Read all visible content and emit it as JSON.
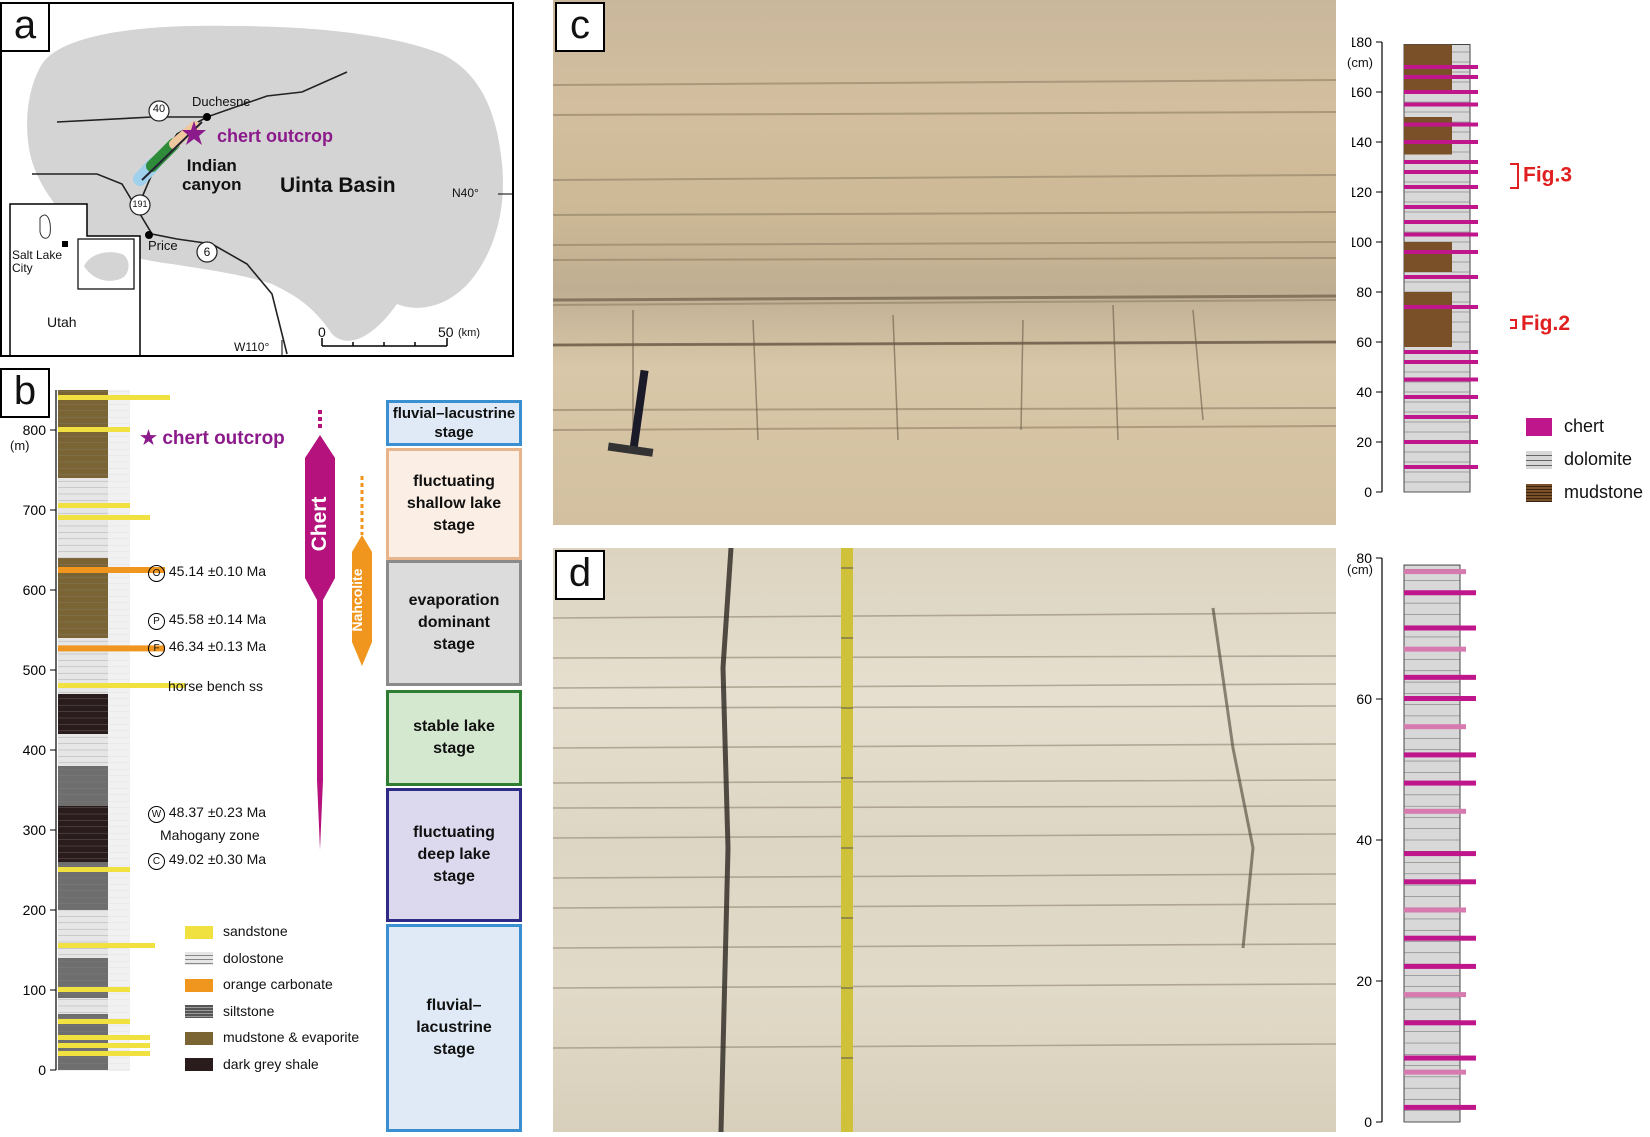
{
  "panels": {
    "a": "a",
    "b": "b",
    "c": "c",
    "d": "d"
  },
  "map": {
    "basin_name": "Uinta Basin",
    "chert_outcrop": "chert outcrop",
    "indian_canyon": "Indian\ncanyon",
    "duchesne": "Duchesne",
    "price": "Price",
    "salt_lake_city": "Salt Lake\nCity",
    "utah": "Utah",
    "lat": "N40°",
    "lon": "W110°",
    "scale_start": "0",
    "scale_end": "50",
    "scale_unit": "(km)",
    "hwy_40": "40",
    "hwy_191": "191",
    "hwy_6": "6",
    "colors": {
      "basin": "#d4d4d4",
      "chert": "#8b1a8b"
    }
  },
  "column_b": {
    "unit": "(m)",
    "ticks": [
      800,
      700,
      600,
      500,
      400,
      300,
      200,
      100,
      0
    ],
    "chert_outcrop": "chert outcrop",
    "ages": [
      {
        "symbol": "O",
        "text": "45.14  ±0.10 Ma"
      },
      {
        "symbol": "P",
        "text": "45.58  ±0.14 Ma"
      },
      {
        "symbol": "F",
        "text": "46.34 ±0.13 Ma"
      },
      {
        "symbol": "W",
        "text": "48.37 ±0.23 Ma"
      },
      {
        "symbol": "C",
        "text": "49.02 ±0.30 Ma"
      }
    ],
    "horse_bench": "horse bench ss",
    "mahogany": "Mahogany zone",
    "chert_bar": "Chert",
    "nahcolite_bar": "Nahcolite",
    "legend": [
      {
        "label": "sandstone",
        "color": "#f0e040"
      },
      {
        "label": "dolostone",
        "color": "#e6e6e6"
      },
      {
        "label": "orange carbonate",
        "color": "#f0961e"
      },
      {
        "label": "siltstone",
        "color": "#6e6e6e"
      },
      {
        "label": "mudstone & evaporite",
        "color": "#7a6433"
      },
      {
        "label": "dark grey shale",
        "color": "#2a1c1c"
      }
    ],
    "stages": [
      {
        "label": "fluvial–lacustrine\nstage",
        "border": "#3a8fd0",
        "fill": "#dfeaf6"
      },
      {
        "label": "fluctuating\nshallow lake\nstage",
        "border": "#e8b48c",
        "fill": "#fbeee4"
      },
      {
        "label": "evaporation\ndominant\nstage",
        "border": "#8a8a8a",
        "fill": "#dcdcdc"
      },
      {
        "label": "stable lake\nstage",
        "border": "#2e7d32",
        "fill": "#d4e8cf"
      },
      {
        "label": "fluctuating\ndeep lake\nstage",
        "border": "#2e2a86",
        "fill": "#dcd8ee"
      },
      {
        "label": "fluvial–lacustrine\nstage",
        "border": "#3a8fd0",
        "fill": "#dfeaf6"
      }
    ],
    "colors": {
      "chert": "#b5127e",
      "nahcolite": "#f0961e"
    }
  },
  "column_c": {
    "unit": "(cm)",
    "ticks": [
      180,
      160,
      140,
      120,
      100,
      80,
      60,
      40,
      20,
      0
    ],
    "fig3": "Fig.3",
    "fig2": "Fig.2",
    "legend": [
      {
        "label": "chert",
        "color": "#c0168c"
      },
      {
        "label": "dolomite",
        "color": "#d8d8d8"
      },
      {
        "label": "mudstone",
        "color": "#7a5028"
      }
    ]
  },
  "column_d": {
    "unit": "(cm)",
    "ticks": [
      80,
      60,
      40,
      20,
      0
    ]
  }
}
